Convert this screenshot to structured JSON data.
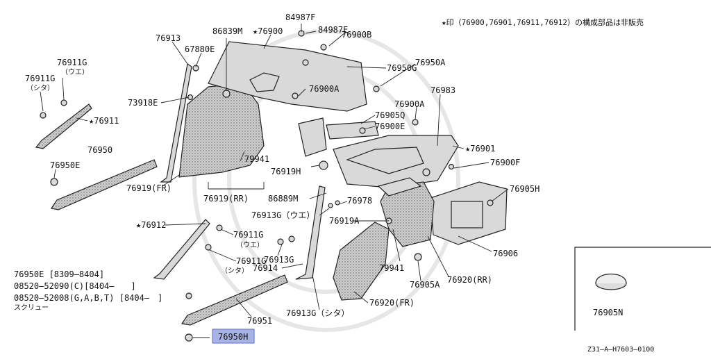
{
  "header_note": "★印（76900,76901,76911,76912）の構成部品は非販売",
  "figure_code": "Z31–A–H7603–0100",
  "labels": {
    "p76913": "76913",
    "p86839m": "86839M",
    "p76900": "★76900",
    "p84987f": "84987F",
    "p84987e": "84987E",
    "p76900b": "76900B",
    "p67880e": "67880E",
    "p76911g_top": "76911G",
    "p_ue1": "（ウエ）",
    "p76911g_left": "76911G",
    "p_shita1": "（シタ）",
    "p76950g": "76950G",
    "p76950a": "76950A",
    "p76900a_top": "76900A",
    "p73918e": "73918E",
    "p76983": "76983",
    "p76900a_mid": "76900A",
    "p76911": "★76911",
    "p76905q": "76905Q",
    "p76900e": "76900E",
    "p76950": "76950",
    "p76901": "★76901",
    "p76950e": "76950E",
    "p79941_top": "79941",
    "p76919h": "76919H",
    "p76900f": "76900F",
    "p76919fr": "76919(FR)",
    "p76905h": "76905H",
    "p76919rr": "76919(RR)",
    "p86889m": "86889M",
    "p76978": "76978",
    "p76913g_ue": "76913G（ウエ）",
    "p76919a": "76919A",
    "p76912": "★76912",
    "p76911g_ue": "76911G",
    "p_ue2": "（ウエ）",
    "p76911g_shita": "76911G",
    "p_shita2": "（シタ）",
    "p76913g_mid": "76913G",
    "p76914": "76914",
    "p79941_bot": "79941",
    "p76906": "76906",
    "p76905a": "76905A",
    "p76920rr": "76920(RR)",
    "p76920fr": "76920(FR)",
    "p76951": "76951",
    "p76913g_shita": "76913G（シタ）",
    "p76950h": "76950H",
    "p76905n": "76905N"
  },
  "notes": [
    "76950E [8309–8404]",
    "08520–52090(C)[8404–　　]",
    "08520–52008(G,A,B,T) [8404–　]",
    "スクリュー"
  ],
  "highlight_color": "#a9b4e6"
}
